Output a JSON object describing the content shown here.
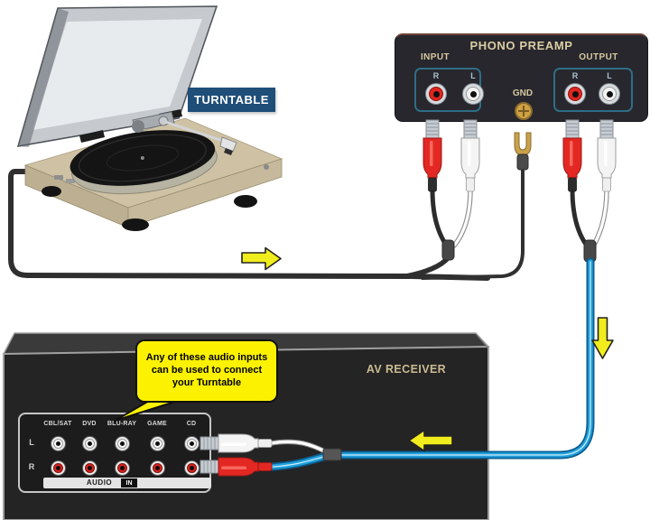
{
  "turntable": {
    "label": "TURNTABLE"
  },
  "preamp": {
    "title": "PHONO PREAMP",
    "input_label": "INPUT",
    "output_label": "OUTPUT",
    "gnd_label": "GND",
    "input_jacks": [
      {
        "label": "R",
        "color": "#e02520"
      },
      {
        "label": "L",
        "color": "#f4f4f4"
      }
    ],
    "output_jacks": [
      {
        "label": "R",
        "color": "#e02520"
      },
      {
        "label": "L",
        "color": "#f4f4f4"
      }
    ]
  },
  "receiver": {
    "title": "AV RECEIVER",
    "input_labels": [
      "CBL/SAT",
      "DVD",
      "BLU-RAY",
      "GAME",
      "CD"
    ],
    "row_labels": [
      "L",
      "R"
    ],
    "audio_label": "AUDIO",
    "in_label": "IN"
  },
  "callout": {
    "text": "Any of these audio inputs can be used to connect your Turntable"
  },
  "icons": {
    "arrow_right": "flow-arrow-right-icon",
    "arrow_down": "flow-arrow-down-icon",
    "arrow_left": "flow-arrow-left-icon",
    "ground_screw": "ground-screw-icon",
    "ground_spade": "ground-spade-icon"
  },
  "colors": {
    "arrow_yellow": "#f1ec1c",
    "callout_yellow": "#fcf200",
    "cable_blue": "#21a0dc",
    "cable_black": "#2f2f2f",
    "jack_red": "#e02520",
    "jack_white": "#f4f4f4",
    "turntable_label_bg": "#1f4e79",
    "preamp_bg": "#27272d",
    "preamp_text": "#dbcda4",
    "receiver_bg": "#242424",
    "receiver_text": "#cbbb92"
  }
}
